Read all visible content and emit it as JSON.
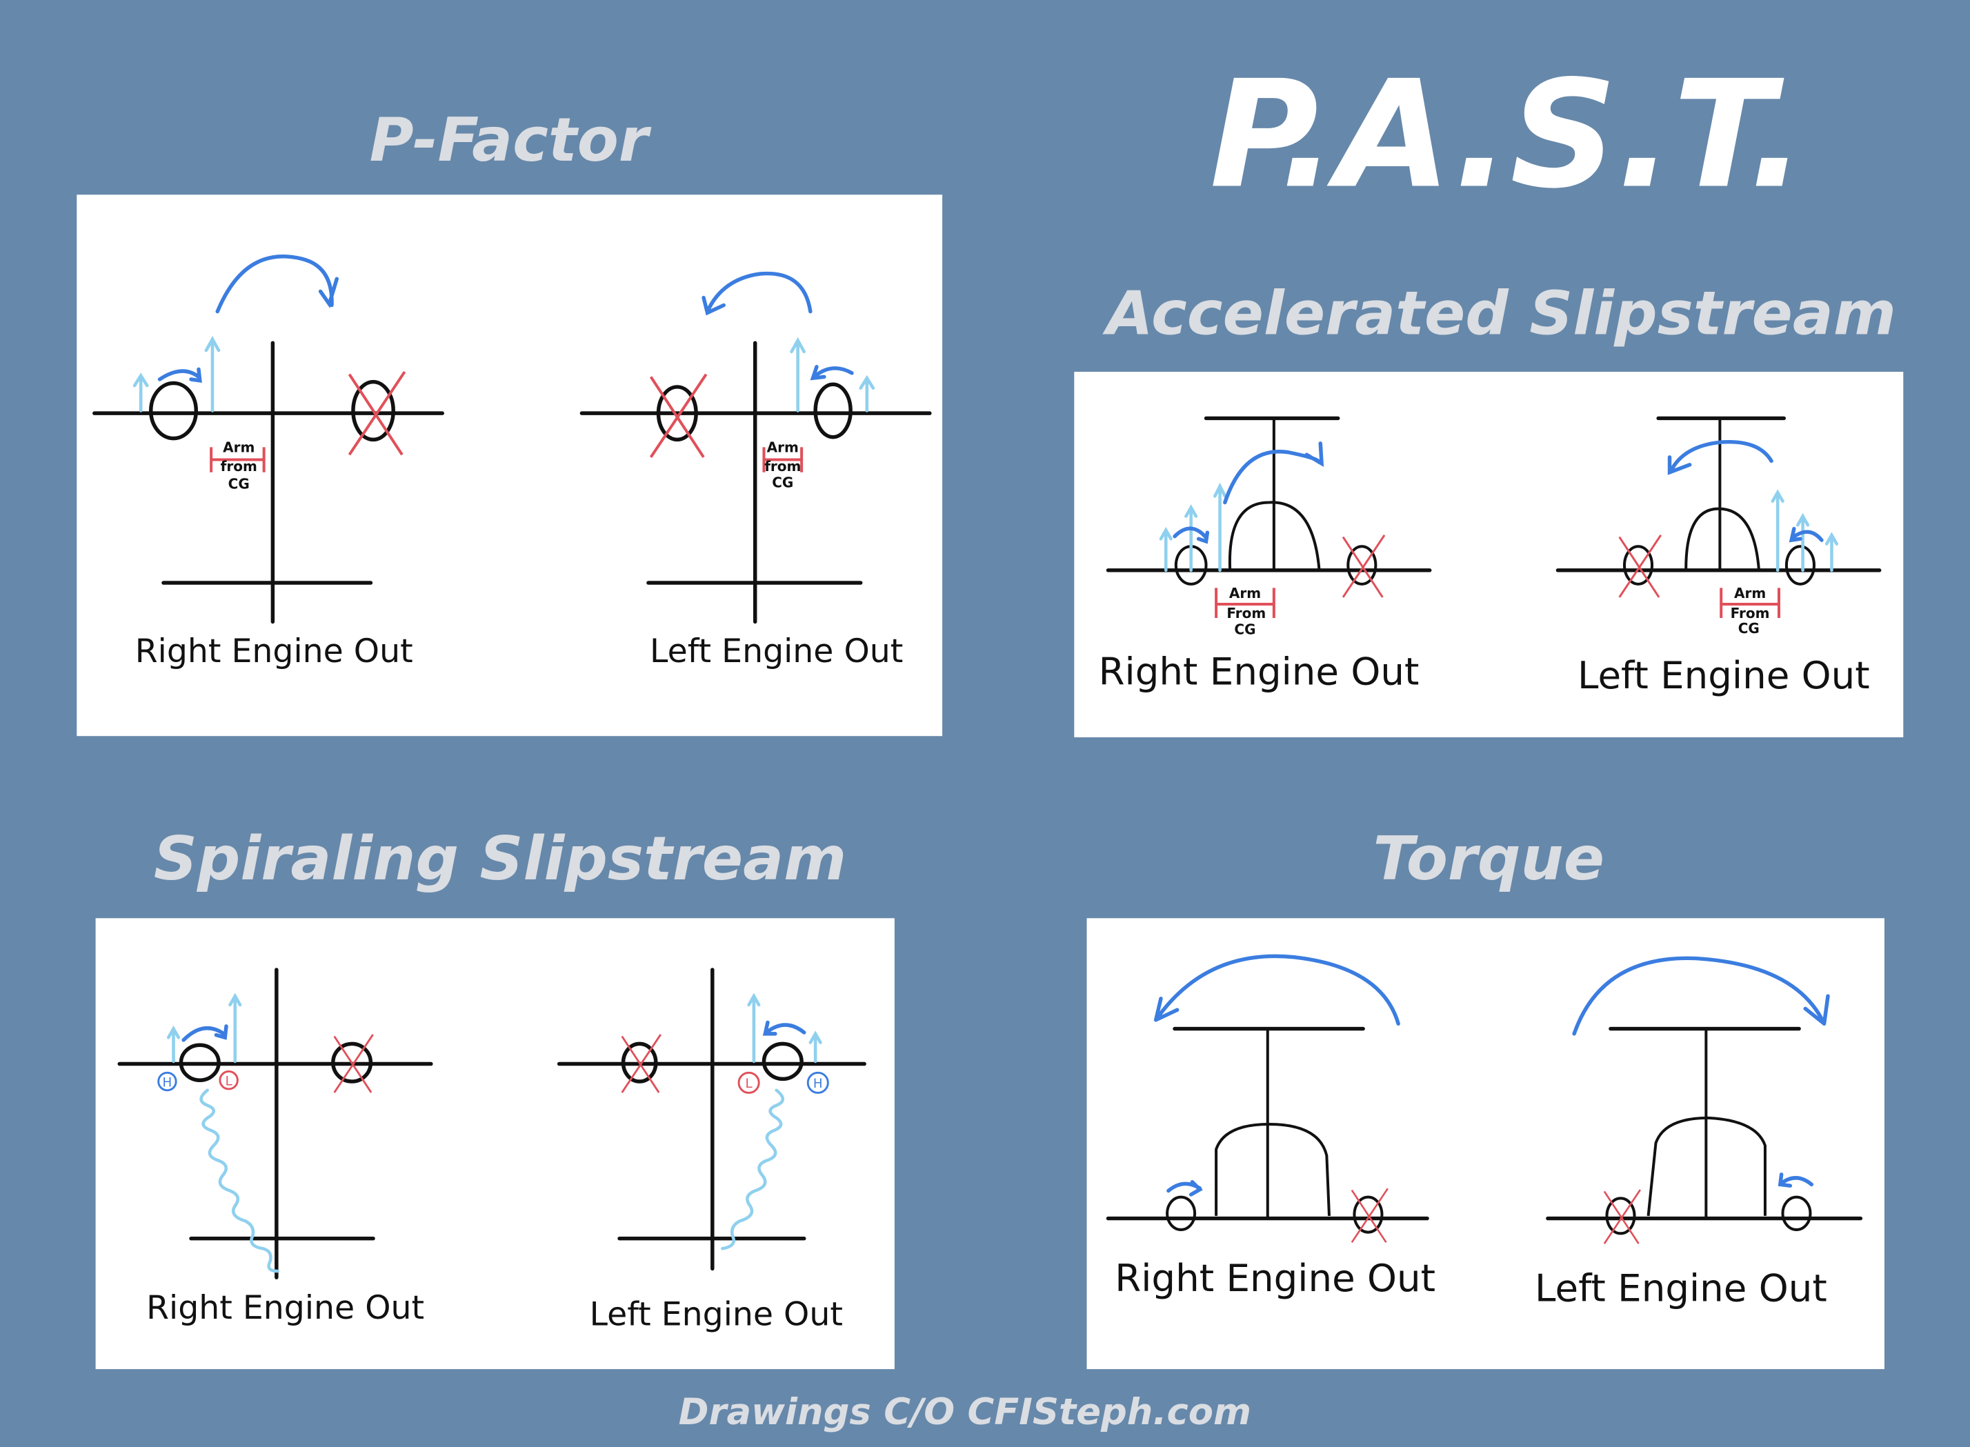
{
  "header": {
    "title": "P.A.S.T."
  },
  "sections": {
    "p_factor": {
      "title": "P-Factor",
      "left_label": "Right Engine Out",
      "right_label": "Left Engine Out",
      "arm": [
        "Arm",
        "from",
        "CG"
      ]
    },
    "accelerated_slipstream": {
      "title": "Accelerated Slipstream",
      "left_label": "Right Engine Out",
      "right_label": "Left Engine Out",
      "arm": [
        "Arm",
        "From",
        "CG"
      ]
    },
    "spiraling_slipstream": {
      "title": "Spiraling Slipstream",
      "left_label": "Right Engine Out",
      "right_label": "Left Engine Out",
      "high": "H",
      "low": "L"
    },
    "torque": {
      "title": "Torque",
      "left_label": "Right Engine Out",
      "right_label": "Left Engine Out"
    }
  },
  "footer": {
    "credit": "Drawings C/O CFISteph.com"
  },
  "colors": {
    "background": "#6688aa",
    "arrow_blue": "#3b7de0",
    "slipstream_blue": "#8fd0ee",
    "inop_red": "#e0505a"
  }
}
